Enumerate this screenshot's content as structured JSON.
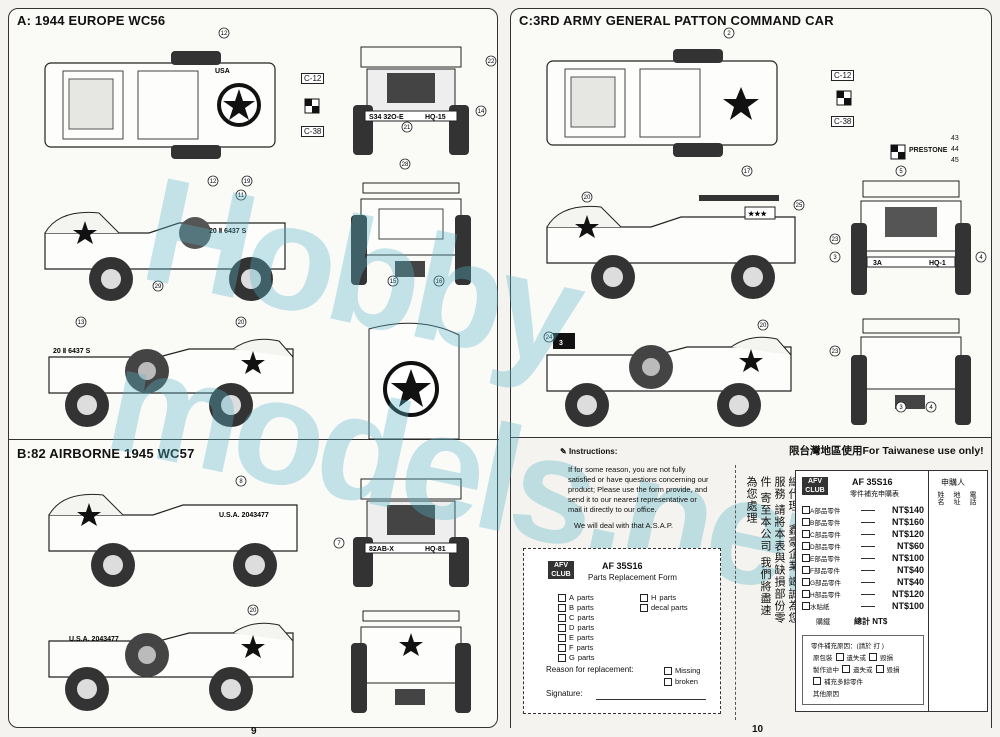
{
  "left_page": {
    "section_a_title": "A: 1944 EUROPE  WC56",
    "section_b_title": "B:82 AIRBORNE 1945  WC57",
    "page_number": "9",
    "codes": [
      "C-12",
      "C-38"
    ],
    "decals": {
      "bumper_left": "S34 32O-E",
      "bumper_right": "HQ-15",
      "serial": "20 Ⅱ 6437 S",
      "hood": "USA",
      "b_serial": "U.S.A. 2043477",
      "b_bumper_left": "82AB-X",
      "b_bumper_right": "HQ-81"
    },
    "callouts": [
      "12",
      "22",
      "14",
      "21",
      "28",
      "15",
      "16",
      "11",
      "29",
      "20",
      "13",
      "19",
      "12",
      "8",
      "7",
      "20"
    ]
  },
  "right_page": {
    "section_c_title": "C:3RD ARMY GENERAL PATTON  COMMAND CAR",
    "page_number": "10",
    "codes": [
      "C-12",
      "C-38"
    ],
    "prestone": {
      "label": "PRESTONE",
      "numbers": [
        "43",
        "44",
        "45"
      ]
    },
    "decals": {
      "bumper_left": "3A",
      "bumper_right": "HQ-1",
      "flag_number": "3",
      "stars": "★★★"
    },
    "callouts": [
      "2",
      "17",
      "20",
      "25",
      "5",
      "23",
      "3",
      "4",
      "24",
      "20",
      "23",
      "3",
      "4"
    ]
  },
  "watermark": "Hobby models.net",
  "instructions": {
    "heading": "Instructions:",
    "body": "If for some reason, you are not fully satisfied or have questions concerning our product; Please use the form provide, and send it to our nearest representative or mail it directly to our office.",
    "closing": "We will deal with that A.S.A.P."
  },
  "parts_form": {
    "logo": "AFV CLUB",
    "model": "AF 35S16",
    "title": "Parts Replacement Form",
    "items_left": [
      {
        "letter": "A",
        "label": "parts"
      },
      {
        "letter": "B",
        "label": "parts"
      },
      {
        "letter": "C",
        "label": "parts"
      },
      {
        "letter": "D",
        "label": "parts"
      },
      {
        "letter": "E",
        "label": "parts"
      },
      {
        "letter": "F",
        "label": "parts"
      },
      {
        "letter": "G",
        "label": "parts"
      }
    ],
    "items_right": [
      {
        "letter": "H",
        "label": "parts"
      },
      {
        "letter": "",
        "label": "decal  parts"
      }
    ],
    "reason_label": "Reason for replacement:",
    "reason_options": [
      "Missing",
      "broken"
    ],
    "signature_label": "Signature:"
  },
  "taiwan": {
    "heading": "限台灣地區使用For Taiwanese use only!",
    "vertical_notice": "總代理：鑫豪企業 竭誠為您服務 請將本表與缺損部份零件 寄至本公司 我們將盡速為您處理",
    "logo": "AFV CLUB",
    "model": "AF 35S16",
    "form_title": "零件補充申購表",
    "prices": [
      {
        "name": "A部品零件",
        "price": "NT$140"
      },
      {
        "name": "B部品零件",
        "price": "NT$160"
      },
      {
        "name": "C部品零件",
        "price": "NT$120"
      },
      {
        "name": "D部品零件",
        "price": "NT$60"
      },
      {
        "name": "E部品零件",
        "price": "NT$100"
      },
      {
        "name": "F部品零件",
        "price": "NT$40"
      },
      {
        "name": "G部品零件",
        "price": "NT$40"
      },
      {
        "name": "H部品零件",
        "price": "NT$120"
      },
      {
        "name": "水貼紙",
        "price": "NT$100"
      }
    ],
    "total_label": "購鐵",
    "total_sum": "總計 NT$",
    "reason_title": "零件補充原因：(請於  打  )",
    "reasons": [
      "原包裝",
      "遺失或",
      "毀損",
      "製作途中",
      "遺失或",
      "毀損",
      "補充多餘零件",
      "其他原因"
    ],
    "applicant": {
      "title": "申購人",
      "fields": [
        "姓名",
        "地址",
        "電話"
      ]
    }
  }
}
